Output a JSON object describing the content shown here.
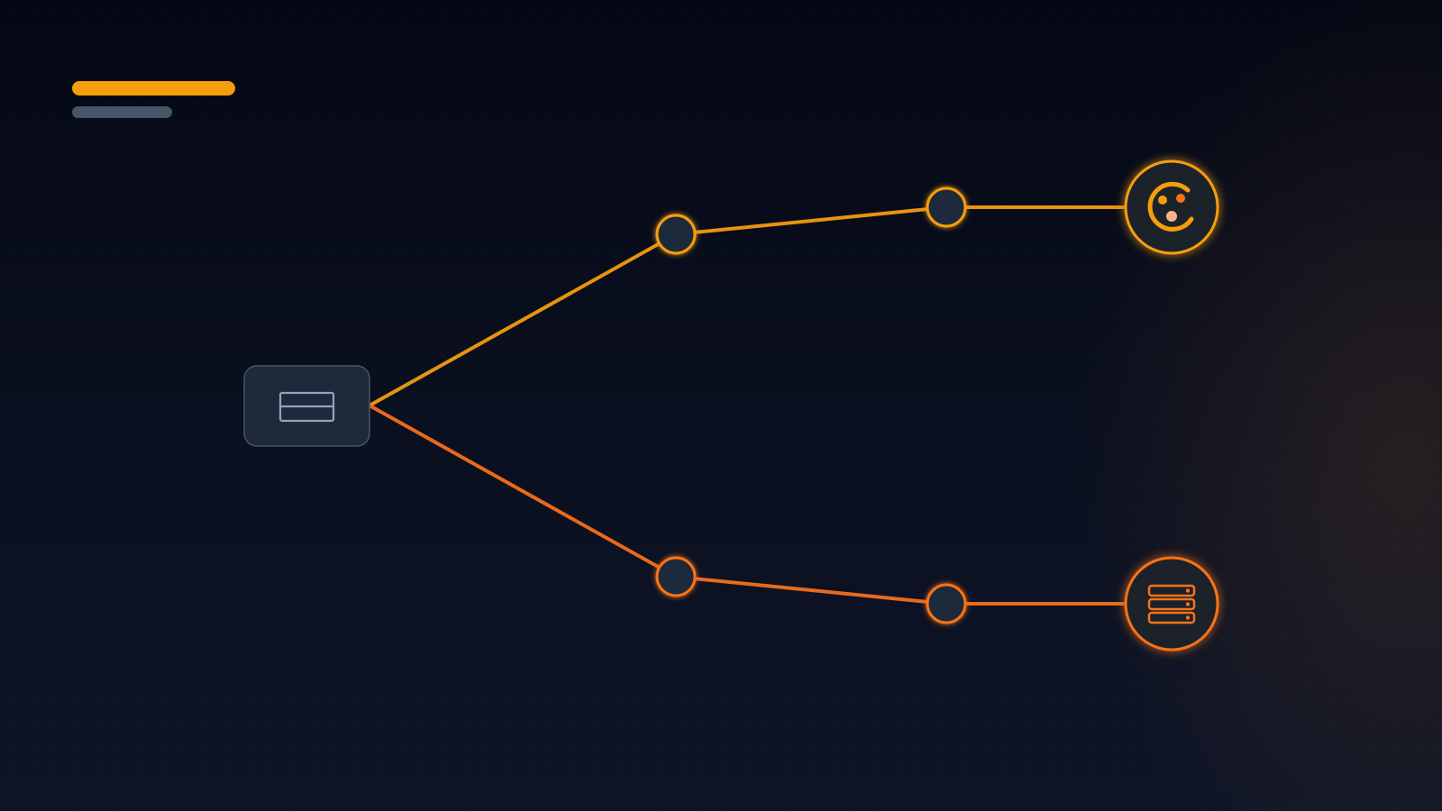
{
  "colors": {
    "accent_primary": "#f59e0b",
    "accent_secondary": "#f97316",
    "legend_secondary": "#475569",
    "node_fill": "#1e293b",
    "source_border": "#475569",
    "source_icon": "#94a3b8",
    "edge_upper": "#e8930f",
    "edge_lower": "#e86a1c"
  },
  "diagram": {
    "source": {
      "icon": "browser-window-icon"
    },
    "branches": [
      {
        "id": "upper",
        "target_icon": "palette-face-icon",
        "color_key": "accent_primary"
      },
      {
        "id": "lower",
        "target_icon": "server-stack-icon",
        "color_key": "accent_secondary"
      }
    ]
  }
}
